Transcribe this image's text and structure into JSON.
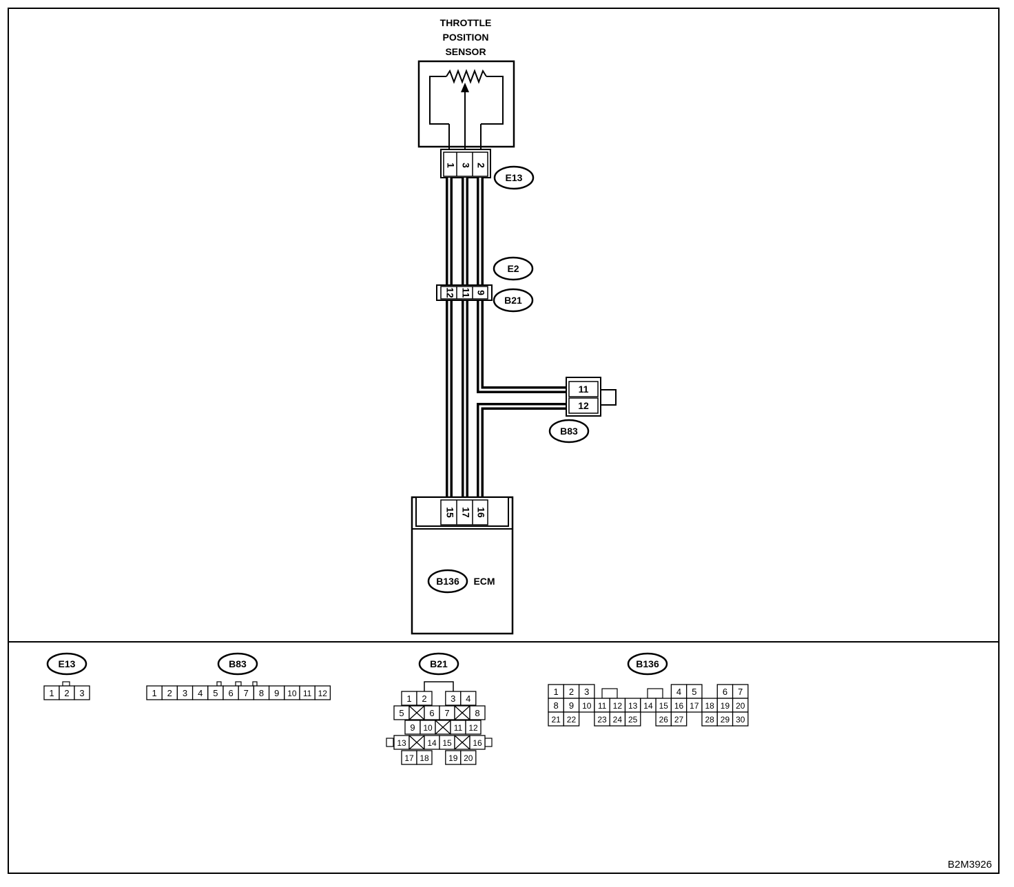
{
  "sensor": {
    "title_lines": [
      "THROTTLE",
      "POSITION",
      "SENSOR"
    ]
  },
  "e13_terminals": [
    "1",
    "3",
    "2"
  ],
  "e2_b21_terminals": [
    "12",
    "11",
    "9"
  ],
  "b83_terminals": [
    "11",
    "12"
  ],
  "ecm_terminals": [
    "15",
    "17",
    "16"
  ],
  "ecm": {
    "name": "ECM"
  },
  "connectors": {
    "e13": "E13",
    "e2": "E2",
    "b21": "B21",
    "b83": "B83",
    "b136": "B136"
  },
  "face_views": {
    "e13": {
      "label": "E13",
      "pins": [
        "1",
        "2",
        "3"
      ]
    },
    "b83": {
      "label": "B83",
      "pins": [
        "1",
        "2",
        "3",
        "4",
        "5",
        "6",
        "7",
        "8",
        "9",
        "10",
        "11",
        "12"
      ]
    },
    "b21": {
      "label": "B21",
      "rows": [
        [
          "1",
          "2",
          "",
          "3",
          "4"
        ],
        [
          "5",
          "X",
          "6",
          "7",
          "X",
          "8"
        ],
        [
          "9",
          "10",
          "X",
          "11",
          "12"
        ],
        [
          "13",
          "X",
          "14",
          "15",
          "X",
          "16"
        ],
        [
          "17",
          "18",
          "",
          "19",
          "20"
        ]
      ]
    },
    "b136": {
      "label": "B136",
      "rows": [
        [
          "1",
          "2",
          "3",
          "",
          "",
          "",
          "",
          "",
          "4",
          "5",
          "",
          "6",
          "7"
        ],
        [
          "8",
          "9",
          "10",
          "11",
          "12",
          "13",
          "14",
          "15",
          "16",
          "17",
          "18",
          "19",
          "20"
        ],
        [
          "21",
          "22",
          "",
          "23",
          "24",
          "25",
          "",
          "26",
          "27",
          "",
          "28",
          "29",
          "30"
        ]
      ]
    }
  },
  "figure_code": "B2M3926"
}
